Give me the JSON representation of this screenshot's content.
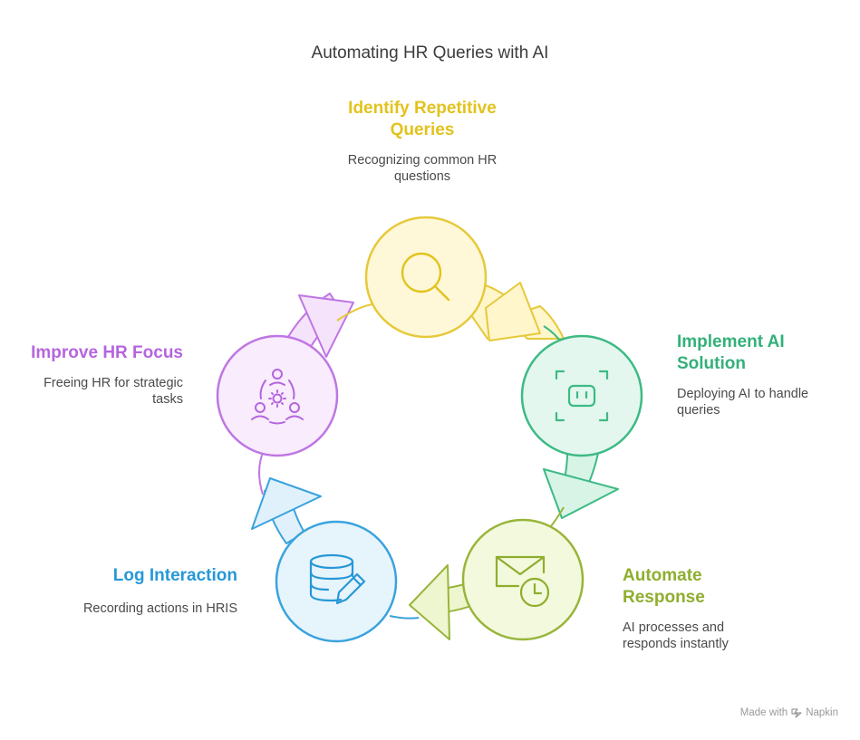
{
  "title": "Automating HR Queries with AI",
  "steps": [
    {
      "id": "identify",
      "title_lines": [
        "Identify Repetitive",
        "Queries"
      ],
      "desc_lines": [
        "Recognizing common HR",
        "questions"
      ],
      "icon": "magnifier-icon",
      "color": "#e2c31c",
      "fill": "#fff8d8",
      "stroke": "#e6c93a"
    },
    {
      "id": "implement",
      "title_lines": [
        "Implement AI",
        "Solution"
      ],
      "desc_lines": [
        "Deploying AI to handle",
        "queries"
      ],
      "icon": "robot-icon",
      "color": "#33b07a",
      "fill": "#e3f7ee",
      "stroke": "#3dba85"
    },
    {
      "id": "automate",
      "title_lines": [
        "Automate",
        "Response"
      ],
      "desc_lines": [
        "AI processes and",
        "responds instantly"
      ],
      "icon": "mail-clock-icon",
      "color": "#8fae2e",
      "fill": "#f3f9dc",
      "stroke": "#98b53b"
    },
    {
      "id": "log",
      "title_lines": [
        "Log Interaction"
      ],
      "desc_lines": [
        "Recording actions in HRIS"
      ],
      "icon": "database-edit-icon",
      "color": "#2698d6",
      "fill": "#e6f4fc",
      "stroke": "#3aa3dd"
    },
    {
      "id": "improve",
      "title_lines": [
        "Improve HR Focus"
      ],
      "desc_lines": [
        "Freeing HR for strategic",
        "tasks"
      ],
      "icon": "team-gear-icon",
      "color": "#b565de",
      "fill": "#f8ecfd",
      "stroke": "#bf76e2"
    }
  ],
  "footer": {
    "made_with": "Made with",
    "brand": "Napkin"
  }
}
